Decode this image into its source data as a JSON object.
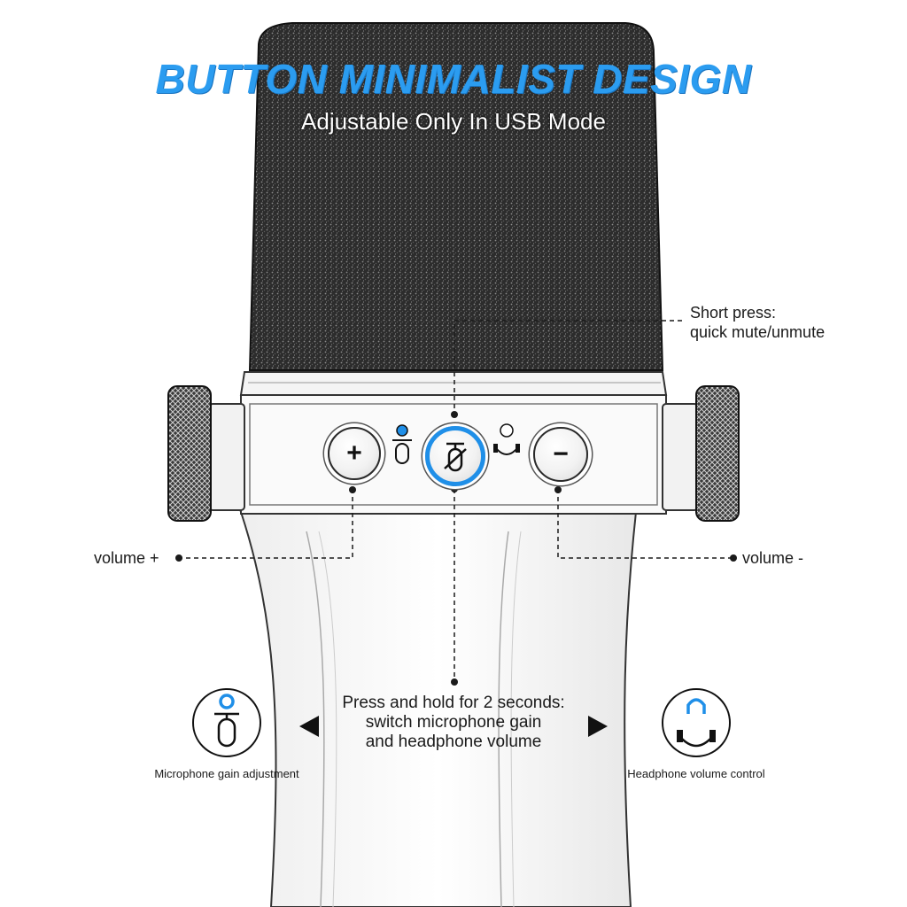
{
  "header": {
    "title": "BUTTON MINIMALIST DESIGN",
    "subtitle": "Adjustable Only In USB Mode"
  },
  "callouts": {
    "short_press_line1": "Short press:",
    "short_press_line2": "quick mute/unmute",
    "volume_plus": "volume +",
    "volume_minus": "volume -",
    "hold_line1": "Press and hold for 2 seconds:",
    "hold_line2": "switch microphone gain",
    "hold_line3": "and headphone volume"
  },
  "buttons": {
    "plus_glyph": "+",
    "minus_glyph": "−"
  },
  "modes": {
    "left_caption": "Microphone gain adjustment",
    "right_caption": "Headphone volume control"
  },
  "colors": {
    "accent": "#2b9cf0",
    "indicator": "#1f8fe8",
    "foam": "#2c2c2c",
    "line": "#1a1a1a"
  },
  "icons": {
    "plus": "plus-icon",
    "minus": "minus-icon",
    "mute": "mic-mute-icon",
    "mic": "microphone-icon",
    "headphone": "headphone-icon",
    "arrow_left": "arrow-left-icon",
    "arrow_right": "arrow-right-icon"
  }
}
